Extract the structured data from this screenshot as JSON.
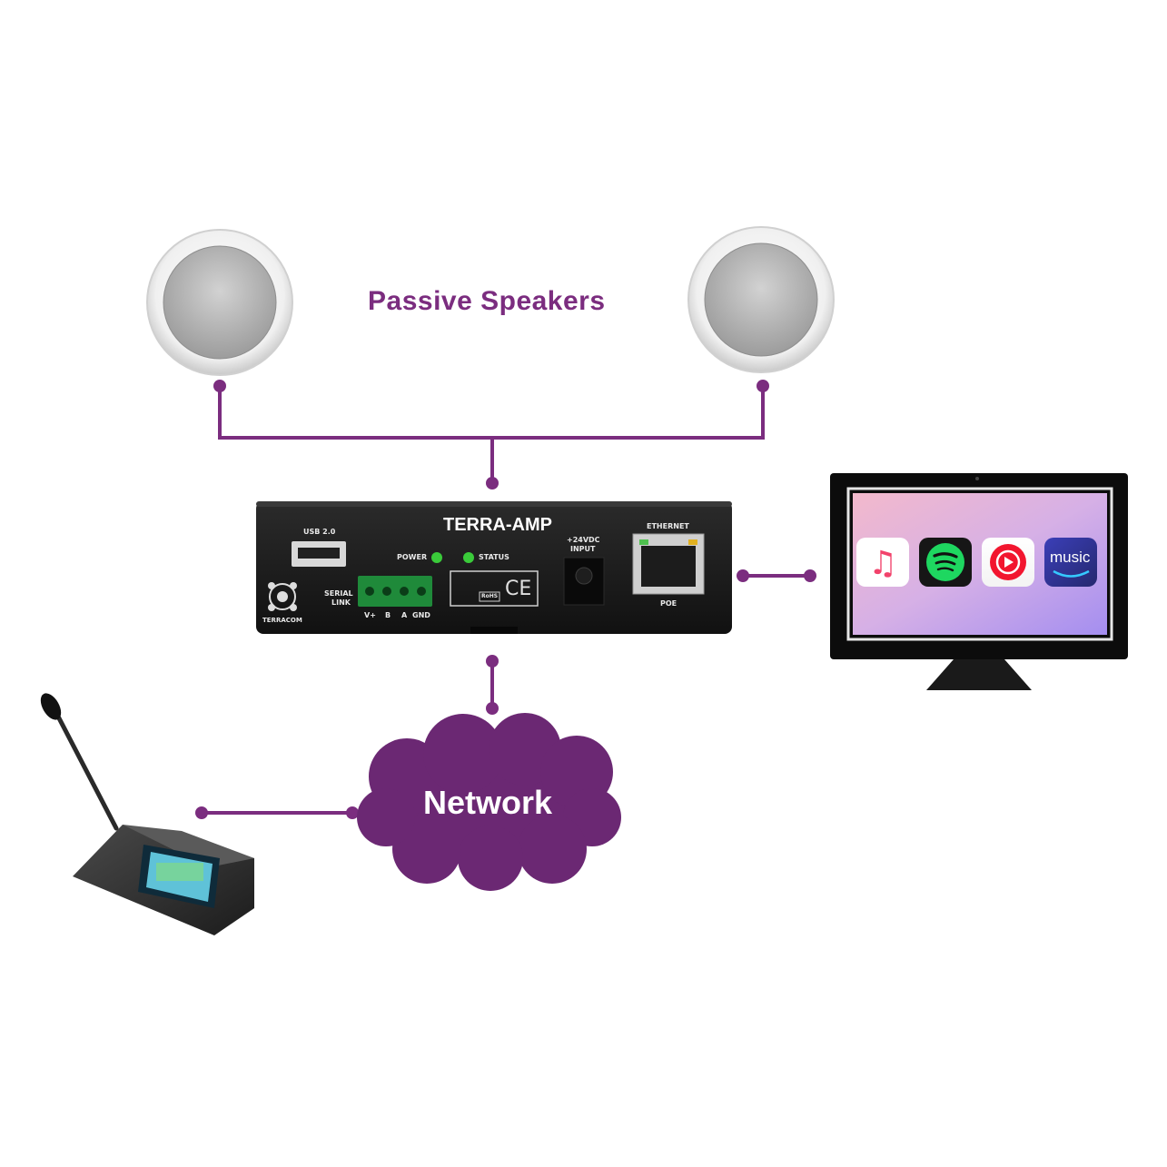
{
  "diagram": {
    "accent_color": "#7b2d7f",
    "speakers": {
      "label": "Passive Speakers",
      "icon": "ceiling-speaker-icon"
    },
    "amplifier": {
      "model": "TERRA-AMP",
      "brand": "TERRACOM",
      "port_labels": {
        "usb": "USB 2.0",
        "power": "POWER",
        "status": "STATUS",
        "serial": "SERIAL",
        "link": "LINK",
        "dc_input_1": "+24VDC",
        "dc_input_2": "INPUT",
        "ethernet": "ETHERNET",
        "poe": "POE",
        "terminal_v": "V+",
        "terminal_b": "B",
        "terminal_a": "A",
        "terminal_gnd": "GND",
        "ce_mark": "CE",
        "rohs": "RoHS"
      }
    },
    "network": {
      "label": "Network",
      "fill": "#6b2873"
    },
    "display": {
      "icon": "monitor-icon",
      "apps": [
        {
          "name": "apple-music-icon"
        },
        {
          "name": "spotify-icon"
        },
        {
          "name": "youtube-music-icon"
        },
        {
          "name": "amazon-music-icon",
          "text": "music"
        }
      ]
    },
    "paging_console": {
      "icon": "paging-microphone-console-icon"
    }
  }
}
